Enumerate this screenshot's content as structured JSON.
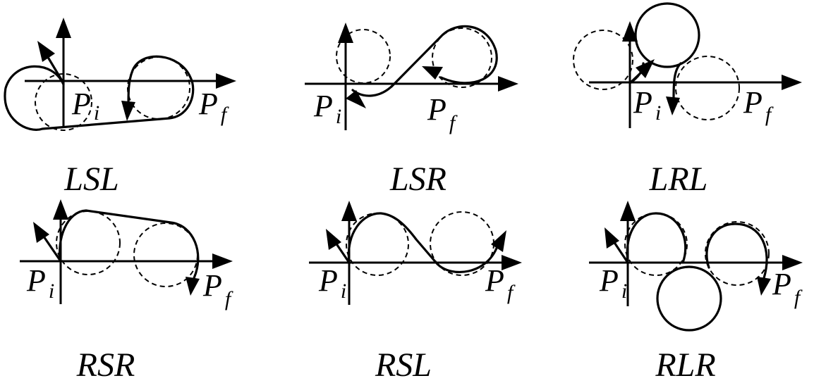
{
  "labels": {
    "start_symbol": "P",
    "start_subscript": "i",
    "final_symbol": "P",
    "final_subscript": "f"
  },
  "panels": [
    {
      "id": "lsl",
      "title": "LSL"
    },
    {
      "id": "lsr",
      "title": "LSR"
    },
    {
      "id": "lrl",
      "title": "LRL"
    },
    {
      "id": "rsr",
      "title": "RSR"
    },
    {
      "id": "rsl",
      "title": "RSL"
    },
    {
      "id": "rlr",
      "title": "RLR"
    }
  ]
}
